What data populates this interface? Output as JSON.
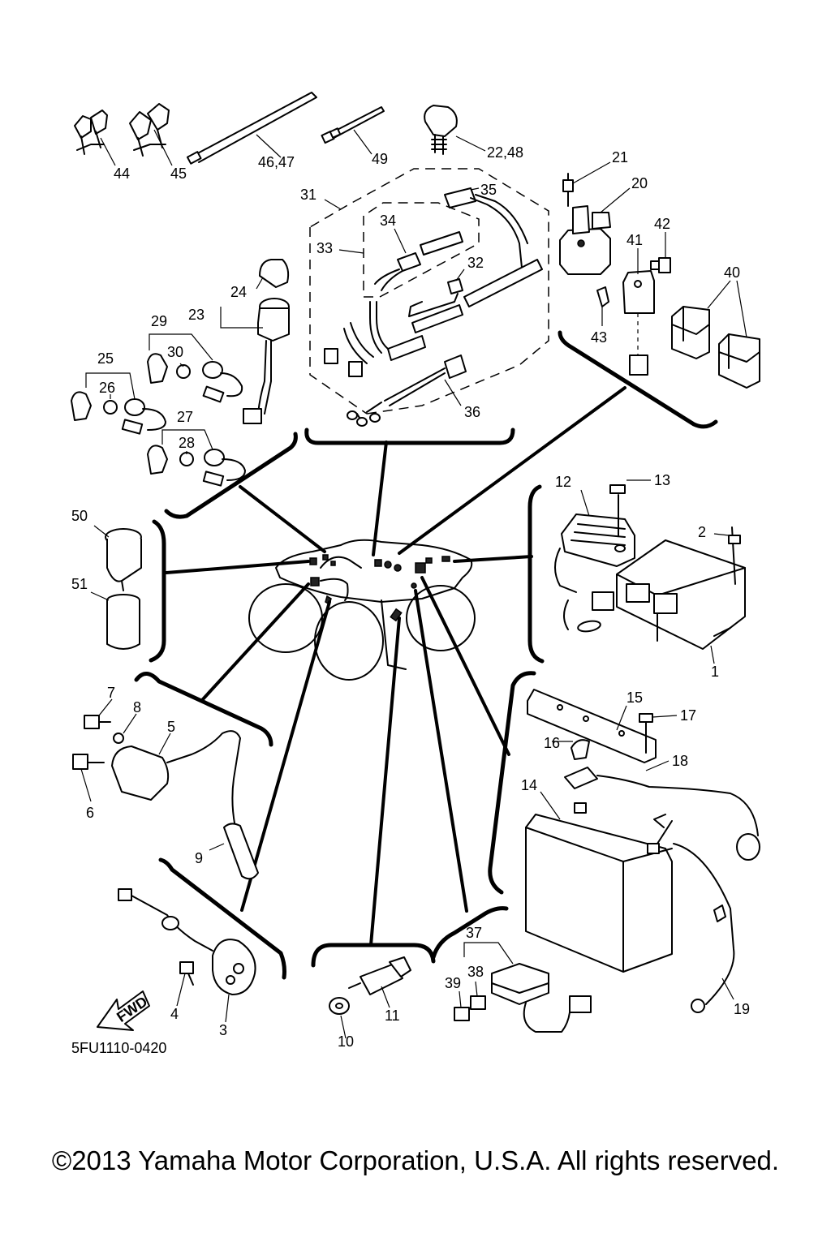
{
  "diagram": {
    "code": "5FU1110-0420",
    "fwd_label": "FWD",
    "labels": [
      "44",
      "45",
      "46,47",
      "49",
      "22,48",
      "21",
      "20",
      "42",
      "41",
      "40",
      "43",
      "31",
      "35",
      "34",
      "33",
      "32",
      "36",
      "24",
      "23",
      "29",
      "30",
      "25",
      "26",
      "27",
      "28",
      "50",
      "51",
      "12",
      "13",
      "2",
      "1",
      "7",
      "8",
      "5",
      "6",
      "9",
      "15",
      "17",
      "16",
      "18",
      "14",
      "19",
      "4",
      "3",
      "10",
      "11",
      "37",
      "38",
      "39"
    ]
  },
  "copyright": "©2013 Yamaha Motor Corporation, U.S.A. All rights reserved."
}
